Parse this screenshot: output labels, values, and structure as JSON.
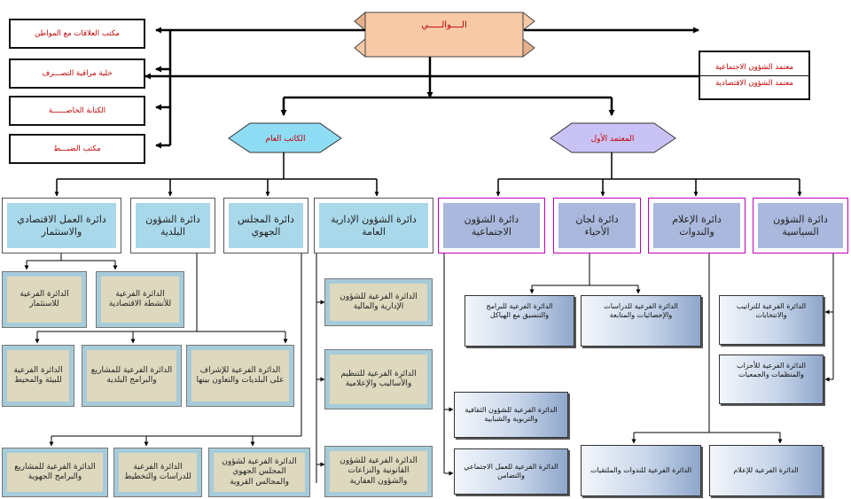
{
  "top": {
    "governor": "الــــوالـــــي",
    "offices": [
      "مكتب العلاقات مع المواطن",
      "خلية مراقبة التصـــرف",
      "الكتابة الخاصــــــة",
      "مكتب الضبـــط"
    ],
    "aides": [
      "معتمد الشؤون الاجتماعية",
      "معتمد الشؤون الاقتصادية"
    ]
  },
  "left_branch": {
    "head": "الكاتب العام",
    "directorates": [
      {
        "title": "دائرة العمل الاقتصادي والاستثمار",
        "subs": [
          "الدائرة الفرعية للاستثمار",
          "الدائرة الفرعية للأنشطة الاقتصادية"
        ]
      },
      {
        "title": "دائرة الشؤون البلدية",
        "subs": [
          "الدائرة الفرعية للبيئة والمحيط",
          "الدائرة الفرعية للمشاريع والبرامج البلدية",
          "الدائرة الفرعية للإشراف على البلديات والتعاون بينها"
        ]
      },
      {
        "title": "دائرة المجلس الجهوي",
        "subs": [
          "الدائرة الفرعية للمشاريع والبرامج الجهوية",
          "الدائرة الفرعية للدراسات والتخطيط",
          "الدائرة الفرعية لشؤون المجلس الجهوي والمجالس القروية"
        ]
      },
      {
        "title": "دائرة الشؤون الإدارية العامة",
        "subs": [
          "الدائرة الفرعية للشؤون الإدارية والمالية",
          "الدائرة الفرعية للتنظيم والأساليب والإعلامية",
          "الدائرة الفرعية للشؤون القانونية والنزاعات والشؤون العقارية"
        ]
      }
    ]
  },
  "right_branch": {
    "head": "المعتمد الأول",
    "directorates": [
      {
        "title": "دائرة الشؤون الاجتماعية",
        "subs": [
          "الدائرة الفرعية للشؤون الثقافية والتربوية والشبابية",
          "الدائرة الفرعية للعمل الاجتماعي والتضامن"
        ]
      },
      {
        "title": "دائرة لجان الأحياء",
        "subs": [
          "الدائرة الفرعية للبرامج والتنسيق مع الهياكل",
          "الدائرة الفرعية للدراسات والإحصائيات والمتابعة"
        ]
      },
      {
        "title": "دائرة الإعلام والندوات",
        "subs": [
          "الدائرة الفرعية للندوات والملتقيات",
          "الدائرة الفرعية للإعلام"
        ]
      },
      {
        "title": "دائرة الشؤون السياسية",
        "subs": [
          "الدائرة الفرعية للتراتيب والانتخابات",
          "الدائرة الفرعية للأحزاب والمنظمات والجمعيات"
        ]
      }
    ]
  },
  "colors": {
    "banner": "#f7c9a6",
    "secretary_fill": "#8fdcf5",
    "delegate_fill": "#c9c3f5",
    "directorate_blue": "#a9d8ea",
    "directorate_purple": "#a9b8dc",
    "subdirectorate_tan": "#ddd8be",
    "office_text": "#c00000"
  }
}
